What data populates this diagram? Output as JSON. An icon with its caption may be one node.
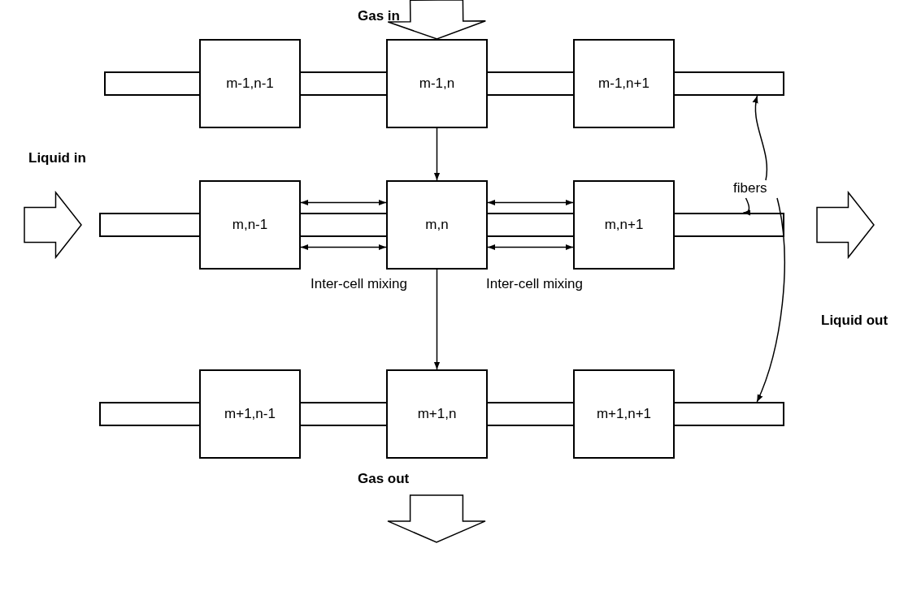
{
  "diagram": {
    "nodes": [
      {
        "text": [
          "m-1,n-1"
        ]
      },
      {
        "text": [
          "m-1,n"
        ]
      },
      {
        "text": [
          "m-1,n+1"
        ]
      },
      {
        "text": [
          "fibers"
        ]
      },
      {
        "text": [
          "m,n-1"
        ]
      },
      {
        "text": [
          "m,n"
        ]
      },
      {
        "text": [
          "m,n+1"
        ]
      },
      {
        "text": [
          "m+1,n-1"
        ]
      },
      {
        "text": [
          "m+1,n"
        ]
      },
      {
        "text": [
          "m+1,n+1"
        ]
      },
      {
        "text": [],
        "shape": "bar"
      },
      {
        "text": [],
        "shape": "bar"
      },
      {
        "text": [],
        "shape": "bar"
      }
    ],
    "edges": [
      {
        "from": null,
        "to": 1,
        "arrow": "to"
      },
      {
        "from": 1,
        "to": 5,
        "arrow": "to"
      },
      {
        "from": 4,
        "to": 5,
        "arrow": "both"
      },
      {
        "from": 4,
        "to": 5,
        "arrow": "both"
      },
      {
        "from": 5,
        "to": 6,
        "arrow": "both"
      },
      {
        "from": 5,
        "to": 6,
        "arrow": "both"
      },
      {
        "from": 5,
        "to": 8,
        "arrow": "to"
      },
      {
        "from": 3,
        "to": 10,
        "arrow": "to"
      },
      {
        "from": 3,
        "to": 11,
        "arrow": "to"
      },
      {
        "from": 3,
        "to": 12,
        "arrow": "to"
      }
    ],
    "labels": [
      "Gas in",
      "Liquid in",
      "Inter-cell mixing",
      "Inter-cell mixing",
      "Liquid out",
      "Gas out"
    ]
  }
}
